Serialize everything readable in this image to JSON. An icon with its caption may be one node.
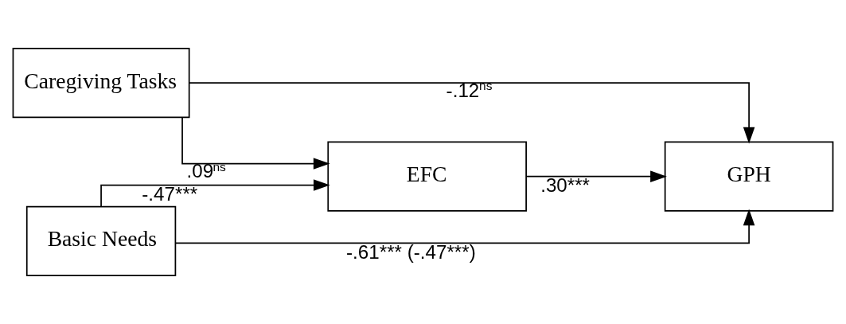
{
  "diagram": {
    "nodes": [
      {
        "text": [
          "Caregiving Tasks"
        ]
      },
      {
        "text": [
          "Basic Needs"
        ]
      },
      {
        "text": [
          "EFC"
        ]
      },
      {
        "text": [
          "GPH"
        ]
      }
    ],
    "edges": [
      {
        "from": 0,
        "to": 3,
        "arrow": "to",
        "label": "-.12$^{ns}$"
      },
      {
        "from": 0,
        "to": 2,
        "arrow": "to",
        "label": ".09$^{ns}$"
      },
      {
        "from": 2,
        "to": 3,
        "arrow": "to",
        "label": ".30***"
      },
      {
        "from": 1,
        "to": 2,
        "arrow": "to",
        "label": "-.47***"
      },
      {
        "from": 1,
        "to": 3,
        "arrow": "to",
        "label": "-.61*** (-.47***)"
      }
    ]
  }
}
